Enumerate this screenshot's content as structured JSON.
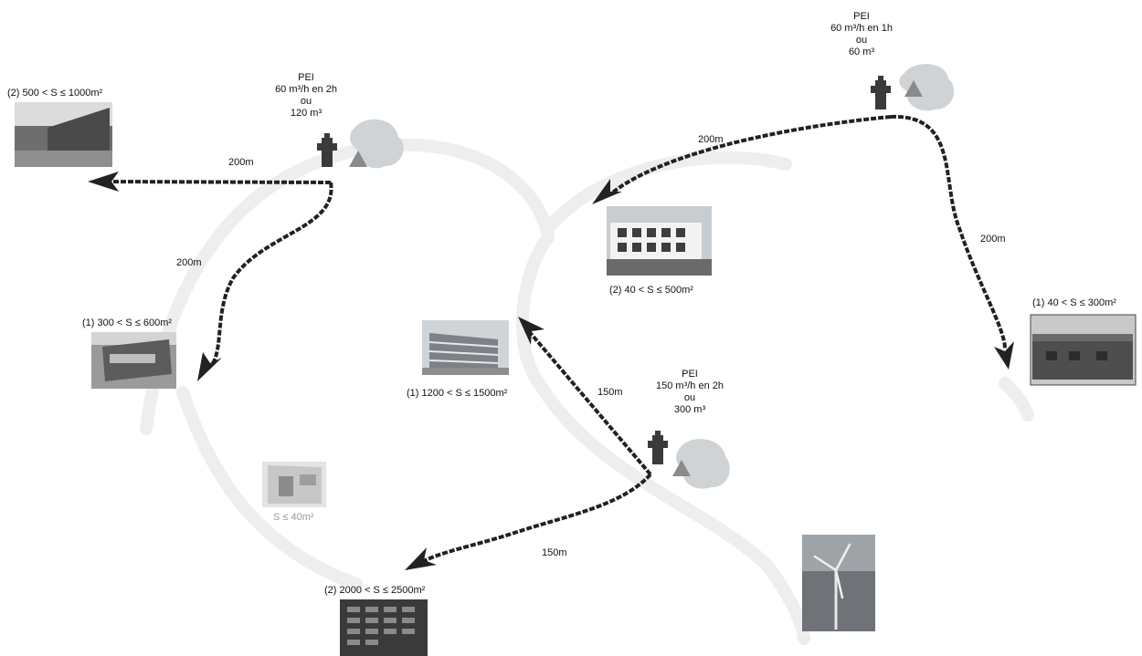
{
  "buildings": {
    "b1": {
      "label": "(2) 500 < S ≤ 1000m²"
    },
    "b2": {
      "label": "(1) 300 < S ≤ 600m²"
    },
    "b3": {
      "label": "(1) 1200 < S ≤ 1500m²"
    },
    "b4": {
      "label": "(2) 40 < S ≤ 500m²"
    },
    "b5": {
      "label": "(1) 40 < S ≤ 300m²"
    },
    "b6": {
      "label": "S ≤ 40m²"
    },
    "b7": {
      "label": "(2) 2000 < S ≤ 2500m²"
    }
  },
  "hydrants": {
    "h1": {
      "title": "PEI",
      "rate": "60 m³/h en 2h",
      "or": "ou",
      "volume": "120 m³"
    },
    "h2": {
      "title": "PEI",
      "rate": "60 m³/h en 1h",
      "or": "ou",
      "volume": "60 m³"
    },
    "h3": {
      "title": "PEI",
      "rate": "150 m³/h en 2h",
      "or": "ou",
      "volume": "300 m³"
    }
  },
  "distances": {
    "d1": "200m",
    "d2": "200m",
    "d3": "200m",
    "d4": "200m",
    "d5": "150m",
    "d6": "150m"
  },
  "colors": {
    "route": "#222222",
    "road": "#eeeeee",
    "hydrant": "#3b3b3b",
    "pond": "#cfd3d6",
    "triangle": "#8a8a8a"
  }
}
